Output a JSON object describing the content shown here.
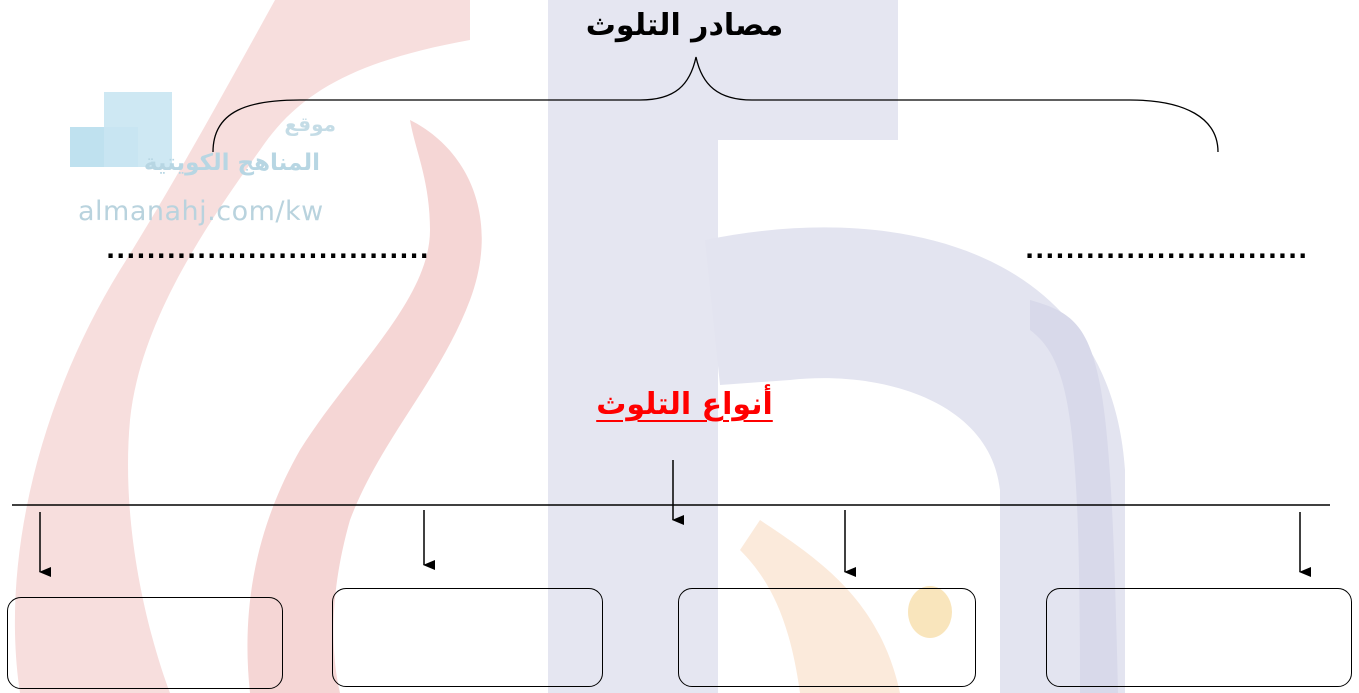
{
  "diagram": {
    "sources_title": "مصادر التلوث",
    "source_blanks": [
      {
        "text": "................................"
      },
      {
        "text": "............................"
      }
    ],
    "types_title": "أنواع التلوث",
    "type_boxes": [
      {
        "text": ""
      },
      {
        "text": ""
      },
      {
        "text": ""
      },
      {
        "text": ""
      }
    ]
  },
  "watermark": {
    "logo_line1": "موقع",
    "logo_line2": "المناهج الكويتية",
    "url": "almanahj.com/kw",
    "colors": {
      "red": "#f6dcdc",
      "blue": "#e4e5f1",
      "orange": "#fbe9d2",
      "logo_blue": "#bfe1ef"
    }
  },
  "colors": {
    "text": "#000000",
    "types_title": "#ff0000"
  }
}
